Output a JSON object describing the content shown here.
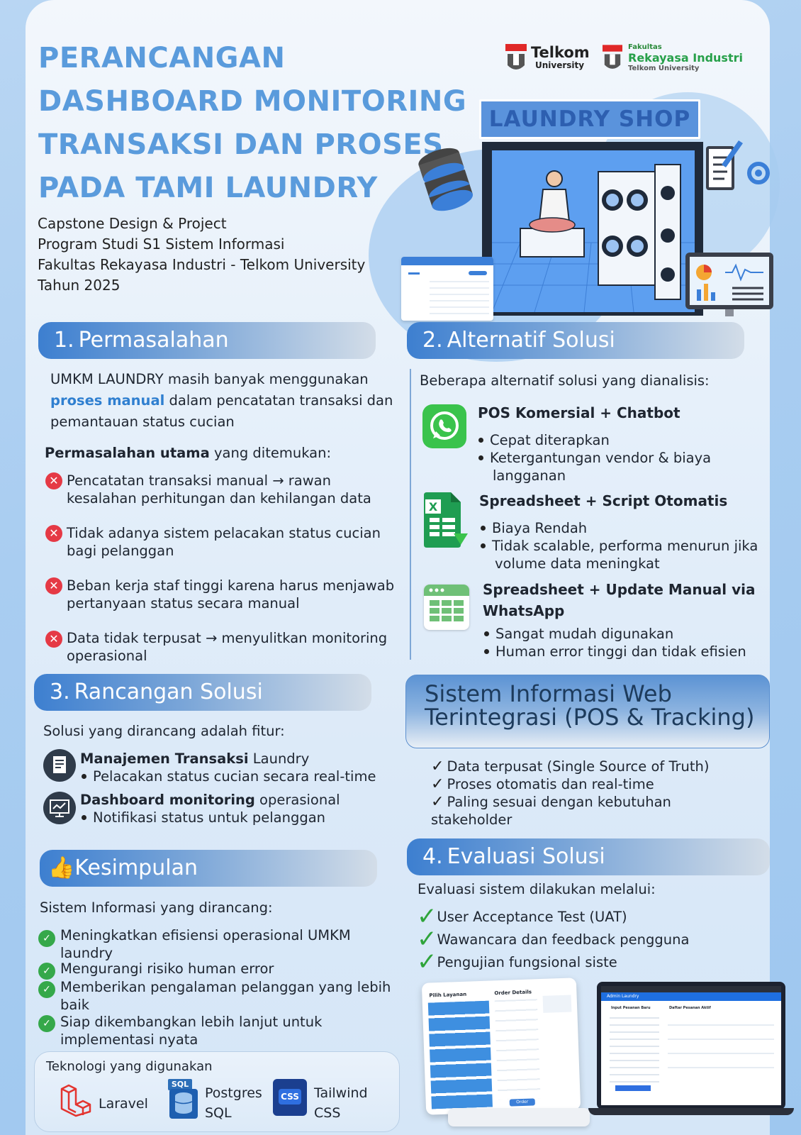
{
  "header": {
    "title_lines": [
      "PERANCANGAN",
      "DASHBOARD MONITORING",
      "TRANSAKSI DAN PROSES",
      "PADA TAMI LAUNDRY"
    ],
    "subtitle_lines": [
      "Capstone Design & Project",
      "Program Studi S1 Sistem Informasi",
      "Fakultas Rekayasa Industri - Telkom University",
      "Tahun 2025"
    ],
    "logo1": {
      "name": "Telkom",
      "sub": "University"
    },
    "logo2": {
      "top": "Fakultas",
      "name": "Rekayasa Industri",
      "sub": "Telkom University"
    },
    "shop_sign": "LAUNDRY SHOP"
  },
  "sec1": {
    "num": "1.",
    "title": "Permasalahan",
    "intro_a": "UMKM LAUNDRY masih banyak menggunakan",
    "intro_b_em": "proses manual",
    "intro_b": " dalam pencatatan transaksi dan",
    "intro_c": "pemantauan status cucian",
    "main_bold": "Permasalahan utama",
    "main_rest": " yang ditemukan:",
    "items": [
      [
        "Pencatatan transaksi manual → rawan",
        "kesalahan perhitungan dan kehilangan data"
      ],
      [
        "Tidak adanya sistem pelacakan status cucian",
        "bagi pelanggan"
      ],
      [
        "Beban kerja staf tinggi karena harus menjawab",
        "pertanyaan status secara manual"
      ],
      [
        "Data tidak terpusat → menyulitkan monitoring",
        "operasional"
      ]
    ]
  },
  "sec2": {
    "num": "2.",
    "title": "Alternatif Solusi",
    "intro": "Beberapa alternatif solusi yang dianalisis:",
    "alt1": {
      "title": "POS Komersial + Chatbot",
      "b1": "Cepat diterapkan",
      "b2a": "Ketergantungan vendor & biaya",
      "b2b": "langganan"
    },
    "alt2": {
      "title": "Spreadsheet + Script Otomatis",
      "b1": "Biaya Rendah",
      "b2a": "Tidak scalable, performa menurun jika",
      "b2b": "volume data meningkat"
    },
    "alt3": {
      "title_a": "Spreadsheet + Update Manual via",
      "title_b": "WhatsApp",
      "b1": "Sangat mudah digunakan",
      "b2": "Human error tinggi dan tidak efisien"
    }
  },
  "sec3": {
    "num": "3.",
    "title": "Rancangan Solusi",
    "intro": "Solusi yang dirancang adalah fitur:",
    "f1_bold": "Manajemen Transaksi",
    "f1_rest": " Laundry",
    "f1_b": "Pelacakan status cucian secara real-time",
    "f2_bold": "Dashboard monitoring",
    "f2_rest": " operasional",
    "f2_b": "Notifikasi status untuk pelanggan"
  },
  "system": {
    "title_a": "Sistem Informasi Web",
    "title_b": "Terintegrasi (POS & Tracking)",
    "c1": "Data terpusat (Single Source of Truth)",
    "c2": "Proses otomatis dan real-time",
    "c3a": "Paling sesuai dengan kebutuhan",
    "c3b": "stakeholder"
  },
  "sec4": {
    "num": "4.",
    "title": "Evaluasi Solusi",
    "intro": "Evaluasi sistem dilakukan melalui:",
    "items": [
      "User Acceptance Test (UAT)",
      "Wawancara dan feedback pengguna",
      "Pengujian fungsional siste"
    ]
  },
  "kesimpulan": {
    "title": "Kesimpulan",
    "intro": "Sistem Informasi yang dirancang:",
    "items": [
      [
        "Meningkatkan efisiensi operasional UMKM",
        "laundry"
      ],
      [
        "Mengurangi risiko human error",
        ""
      ],
      [
        "Memberikan pengalaman pelanggan yang lebih",
        "baik"
      ],
      [
        "Siap dikembangkan lebih lanjut untuk",
        "implementasi nyata"
      ]
    ]
  },
  "tech": {
    "title": "Teknologi yang digunakan",
    "t1": "Laravel",
    "t2a": "Postgres",
    "t2b": "SQL",
    "t2_badge": "SQL",
    "t3a": "Tailwind",
    "t3b": "CSS",
    "t3_badge": "CSS"
  },
  "mock": {
    "tablet_a": "Pilih Layanan",
    "tablet_b": "Order Details",
    "tablet_btn": "Order",
    "laptop_title": "Admin Laundry",
    "laptop_a": "Input Pesanan Baru",
    "laptop_b": "Daftar Pesanan Aktif"
  },
  "colors": {
    "accent": "#5a9bdc",
    "head_start": "#3d7fd0",
    "error": "#e53945",
    "success": "#35a84a"
  }
}
